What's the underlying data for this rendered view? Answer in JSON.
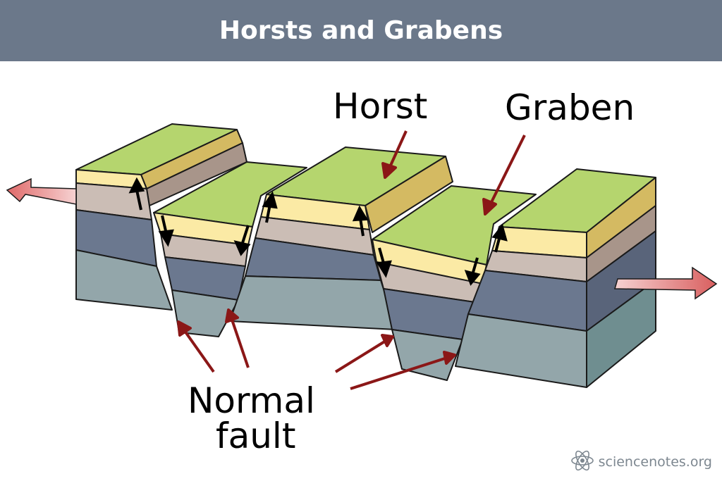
{
  "header": {
    "title": "Horsts and Grabens"
  },
  "labels": {
    "horst": "Horst",
    "graben": "Graben",
    "fault_line1": "Normal",
    "fault_line2": "fault"
  },
  "footer": {
    "brand": "sciencenotes.org",
    "icon": "atom-icon"
  },
  "colors": {
    "header_bg": "#6b788a",
    "grass": "#b5d56e",
    "sand": "#fbeaa5",
    "clay": "#cbbdb5",
    "slate": "#6b788f",
    "bedrock": "#93a6aa",
    "pointer": "#8b1717",
    "extension_arrow": "#e47a7a"
  }
}
